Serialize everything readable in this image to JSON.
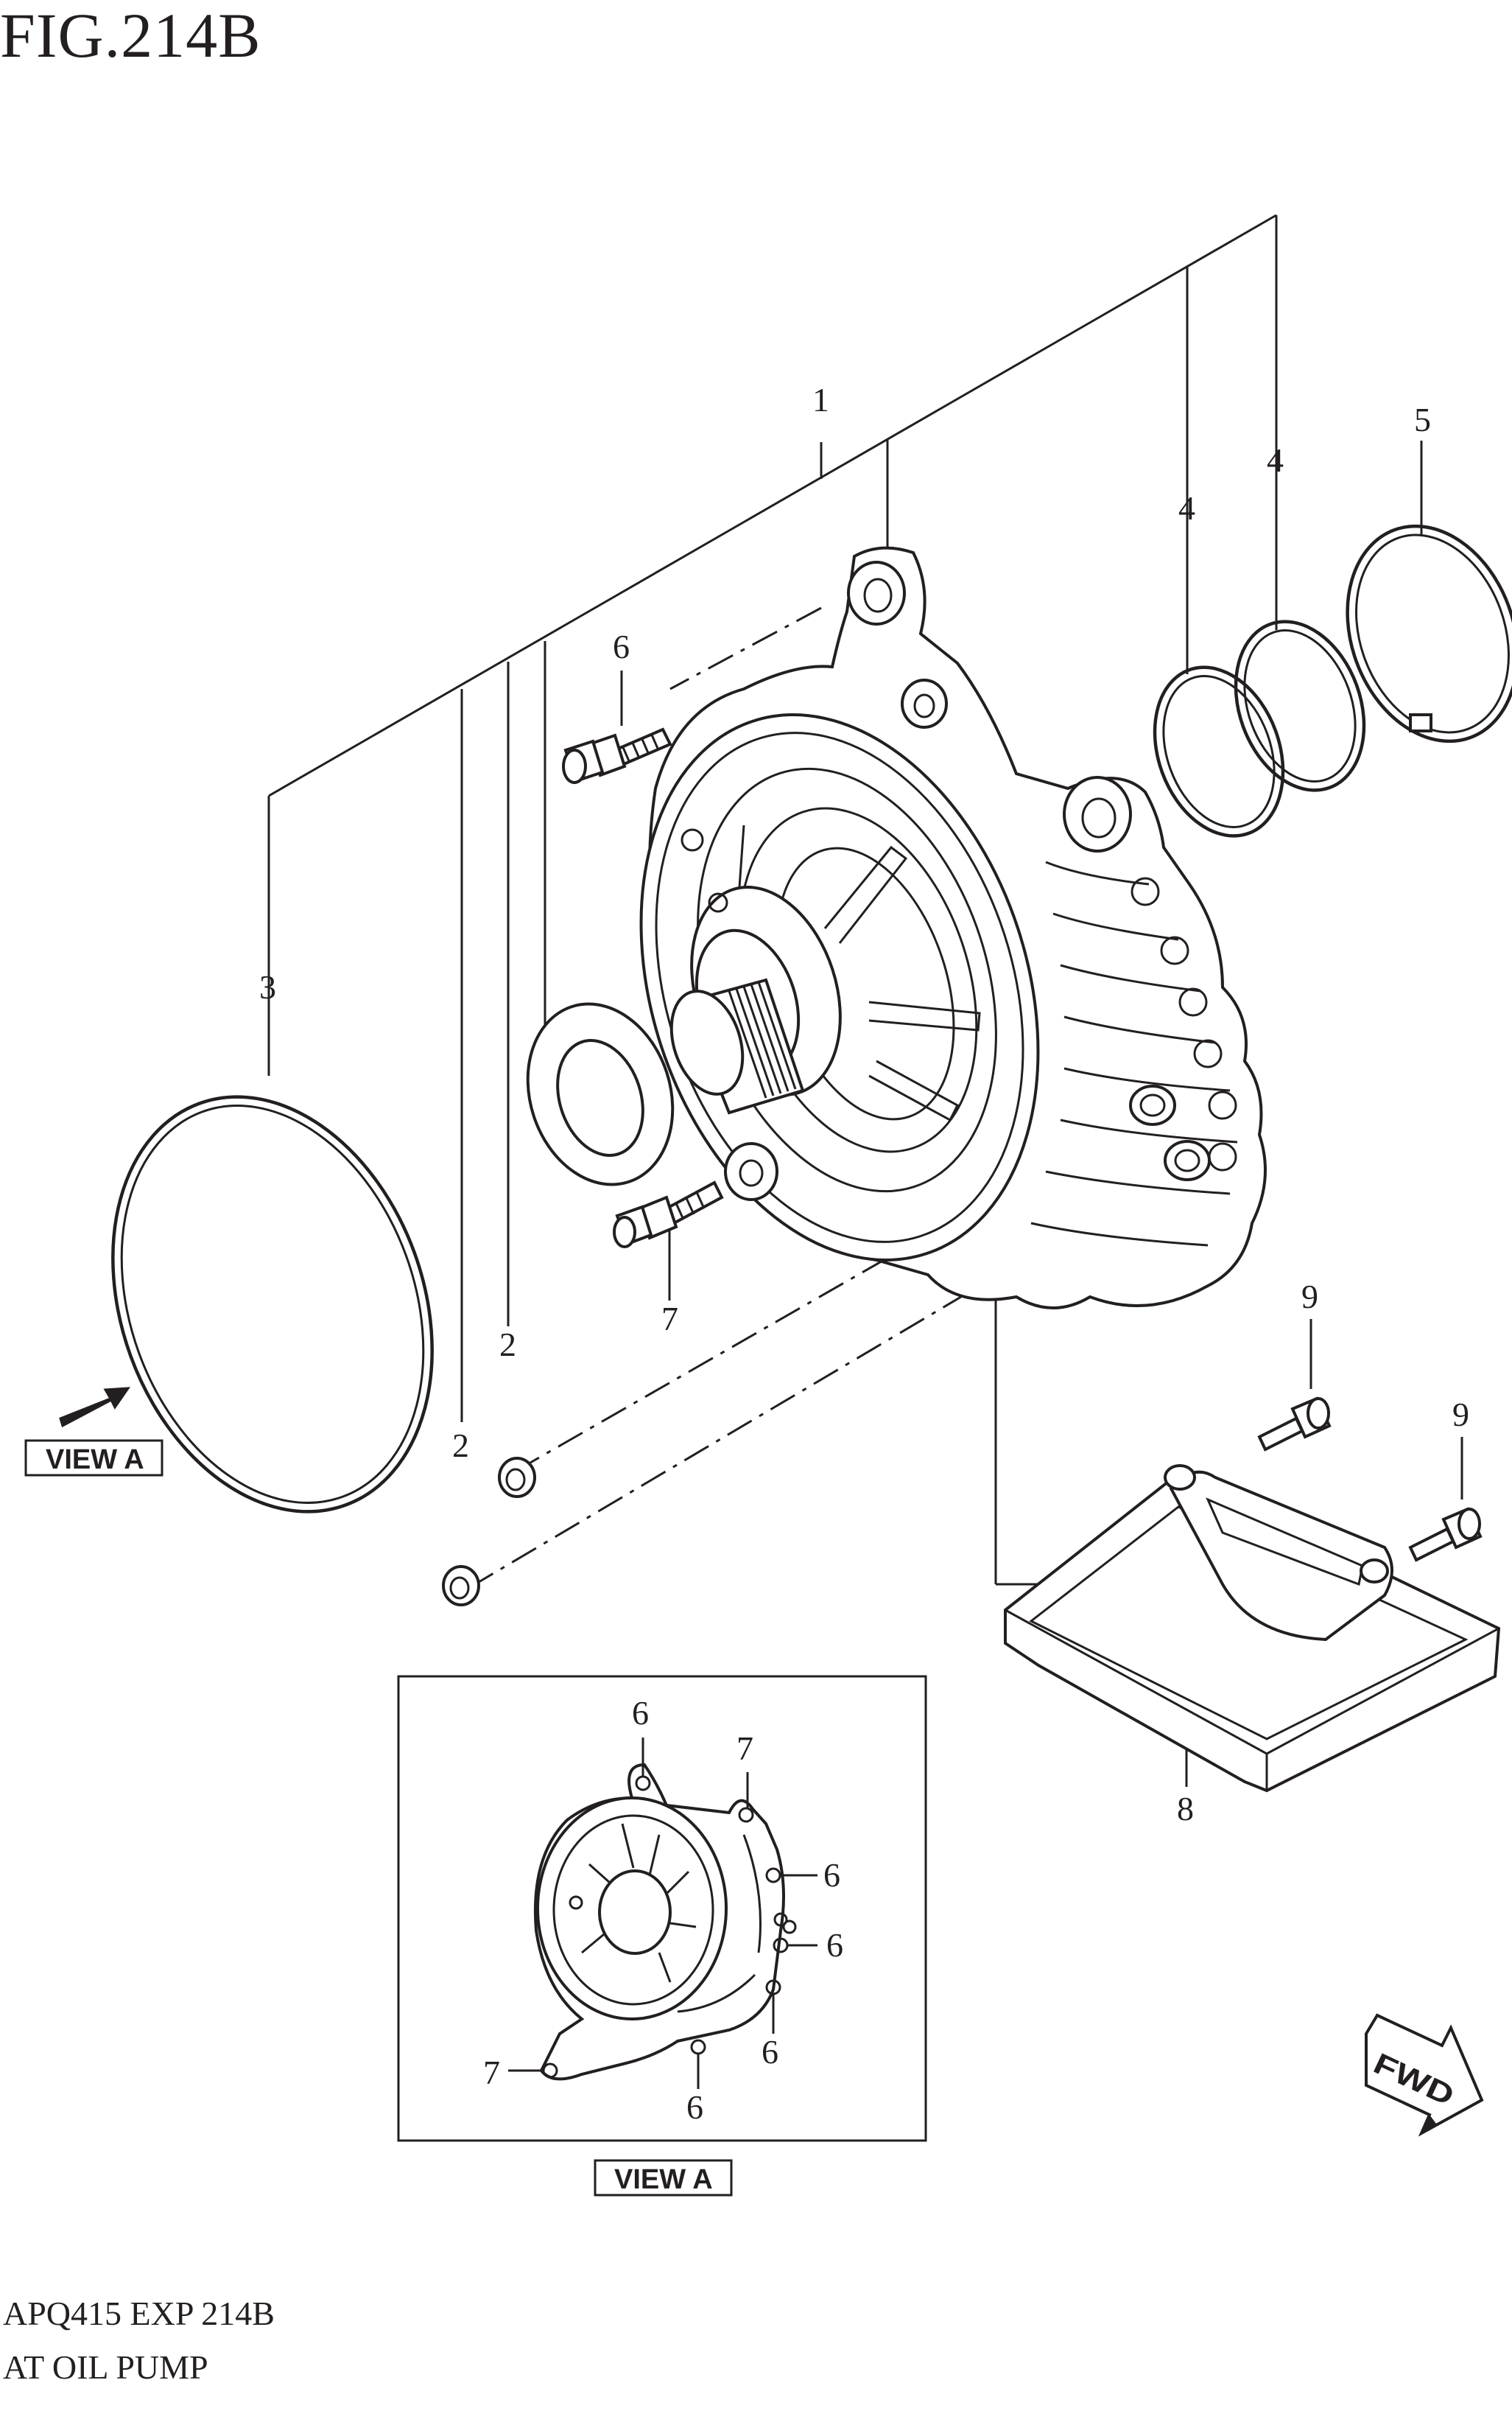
{
  "figure": {
    "title": "FIG.214B"
  },
  "footer": {
    "code": "APQ415 EXP 214B",
    "name": "AT OIL PUMP"
  },
  "labels": {
    "view_a_main": "VIEW A",
    "view_a_inset": "VIEW A",
    "fwd": "FWD"
  },
  "callouts": {
    "c1": "1",
    "c2a": "2",
    "c2b": "2",
    "c3": "3",
    "c4a": "4",
    "c4b": "4",
    "c5": "5",
    "c6": "6",
    "c7": "7",
    "c8": "8",
    "c9a": "9",
    "c9b": "9"
  },
  "inset_callouts": {
    "i6_top": "6",
    "i7_top": "7",
    "i6_r1": "6",
    "i6_r2": "6",
    "i6_r3": "6",
    "i6_bottom": "6",
    "i7_left": "7"
  }
}
